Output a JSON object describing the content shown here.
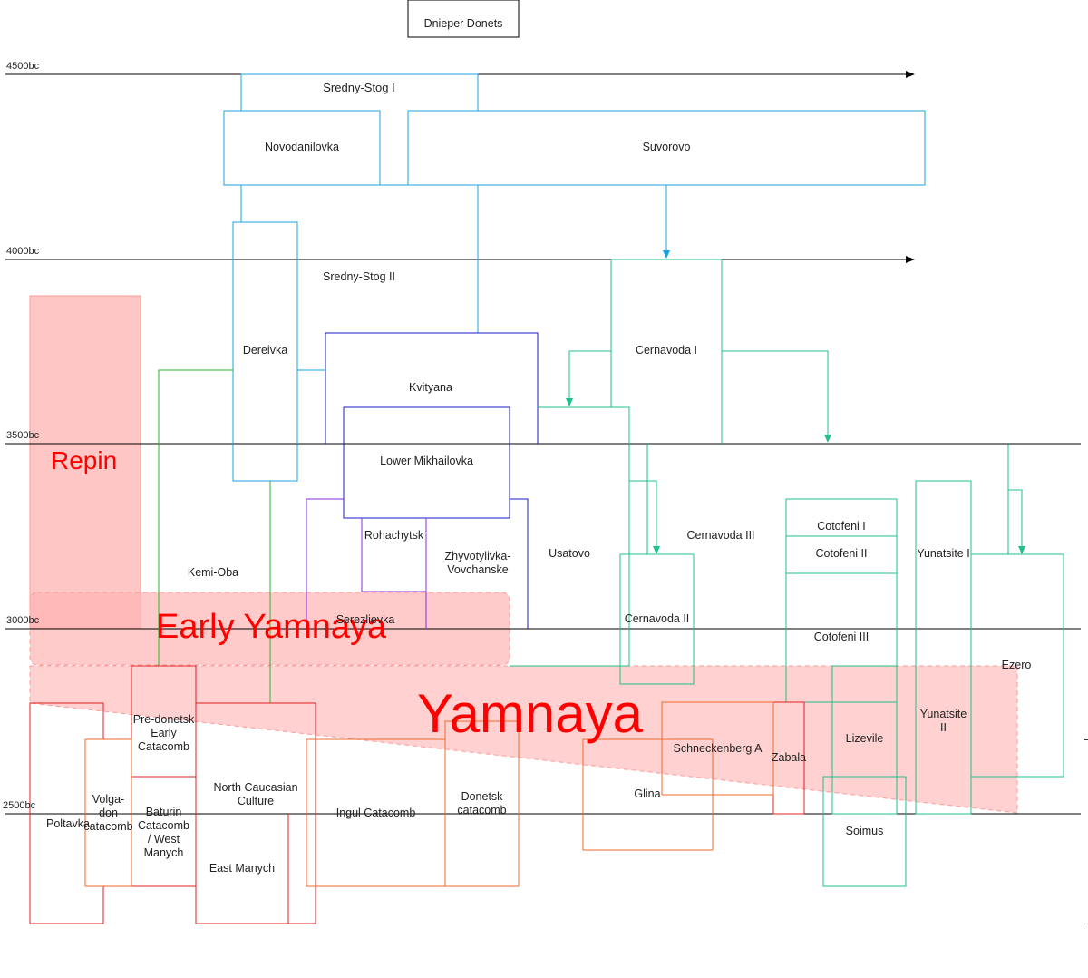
{
  "colors": {
    "lineage_blue": "#1ba1e2",
    "kvityana_navy": "#1a1ac8",
    "purple": "#8a2be2",
    "teal": "#20c08a",
    "green": "#2db52d",
    "red": "#e02020",
    "orange": "#f06a2a",
    "yamnaya_fill": "#ffb3b3",
    "label_red": "#ff0000"
  },
  "timeline": {
    "markers": [
      "4500bc",
      "4000bc",
      "3500bc",
      "3000bc",
      "2500bc"
    ]
  },
  "regions": {
    "repin": "Repin",
    "early_yamnaya": "Early Yamnaya",
    "yamnaya": "Yamnaya"
  },
  "cultures": {
    "dnieper_donets": "Dnieper Donets",
    "sredny_stog_1": "Sredny-Stog I",
    "novodanilovka": "Novodanilovka",
    "suvorovo": "Suvorovo",
    "sredny_stog_2": "Sredny-Stog II",
    "dereivka": "Dereivka",
    "kvityana": "Kvityana",
    "lower_mikhailovka": "Lower Mikhailovka",
    "cernavoda_1": "Cernavoda I",
    "rohachytsk": "Rohachytsk",
    "zhyvotylivka": "Zhyvotylivka-\nVovchanske",
    "usatovo": "Usatovo",
    "cernavoda_3": "Cernavoda III",
    "cotofeni_1": "Cotofeni I",
    "cotofeni_2": "Cotofeni II",
    "cotofeni_3": "Cotofeni III",
    "yunatsite_1": "Yunatsite I",
    "yunatsite_2": "Yunatsite\nII",
    "kemi_oba": "Kemi-Oba",
    "serezlievka": "Serezlievka",
    "cernavoda_2": "Cernavoda II",
    "ezero": "Ezero",
    "pre_donetsk": "Pre-donetsk\nEarly\nCatacomb",
    "north_caucasian": "North Caucasian\nCulture",
    "schneckenberg": "Schneckenberg A",
    "zabala": "Zabala",
    "lizevile": "Lizevile",
    "volga_don": "Volga-\ndon\ncatacomb",
    "poltavka": "Poltavka",
    "baturin": "Baturin\nCatacomb\n/ West\nManych",
    "ingul": "Ingul Catacomb",
    "donetsk": "Donetsk\ncatacomb",
    "glina": "Glina",
    "soimus": "Soimus",
    "east_manych": "East Manych"
  }
}
